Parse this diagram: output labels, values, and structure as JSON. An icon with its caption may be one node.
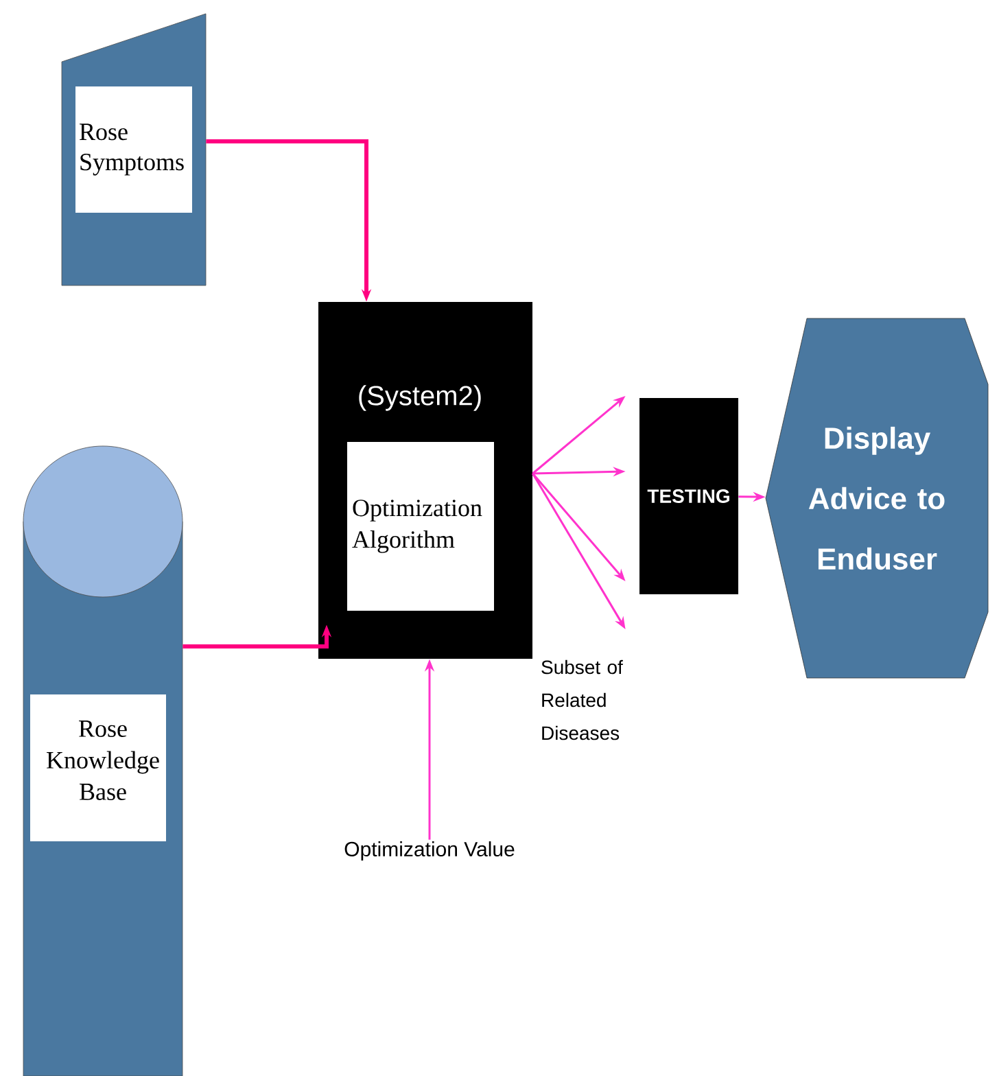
{
  "diagram": {
    "nodes": [
      {
        "text": [
          "Rose Symptoms"
        ]
      },
      {
        "text": [
          "(System2)"
        ]
      },
      {
        "text": [
          "Optimization Algorithm"
        ],
        "in": 1
      },
      {
        "text": [
          "Rose Knowledge Base"
        ]
      },
      {
        "text": [
          "Optimization Value"
        ]
      },
      {
        "text": [
          "TESTING"
        ]
      },
      {
        "text": [
          "Display Advice to Enduser"
        ]
      }
    ],
    "edges": [
      {
        "from": 0,
        "to": 1,
        "arrow": "to",
        "style": "thick",
        "color": "#ff0080"
      },
      {
        "from": 3,
        "to": 1,
        "arrow": "to",
        "style": "thick",
        "color": "#ff0080"
      },
      {
        "from": 4,
        "to": 1,
        "arrow": "to"
      },
      {
        "from": 1,
        "to": 5,
        "arrow": "to"
      },
      {
        "from": 1,
        "to": 5,
        "arrow": "to"
      },
      {
        "from": 1,
        "to": 5,
        "arrow": "to"
      },
      {
        "from": 1,
        "to": 5,
        "arrow": "to"
      },
      {
        "from": 5,
        "to": 6,
        "arrow": "to"
      }
    ],
    "labels": [
      "Subset of Related Diseases"
    ]
  }
}
